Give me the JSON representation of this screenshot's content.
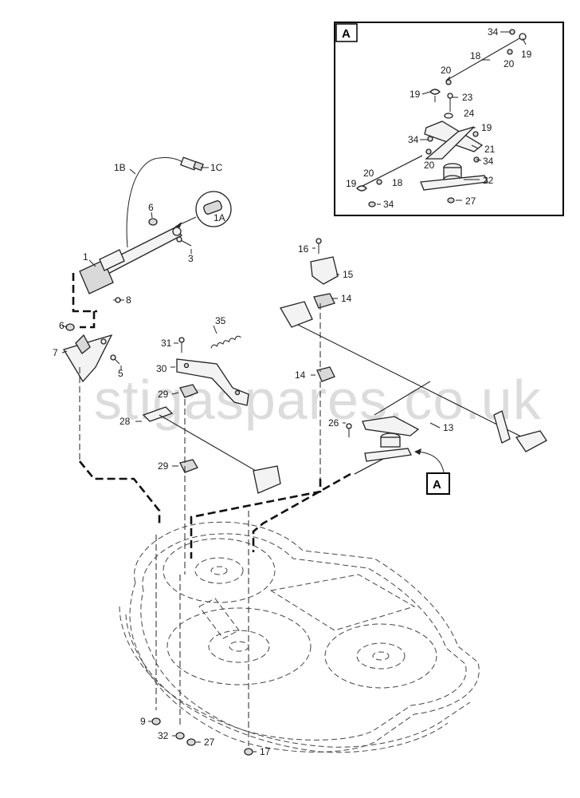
{
  "watermark": "stigaspares.co.uk",
  "detail_box": {
    "label": "A"
  },
  "callout_box": {
    "label": "A"
  },
  "labels": {
    "l1": "1",
    "l1a": "1A",
    "l1b": "1B",
    "l1c": "1C",
    "l3": "3",
    "l5": "5",
    "l6a": "6",
    "l6b": "6",
    "l7": "7",
    "l8": "8",
    "l9": "9",
    "l13": "13",
    "l14a": "14",
    "l14b": "14",
    "l15": "15",
    "l16": "16",
    "l17": "17",
    "l26": "26",
    "l27": "27",
    "l28": "28",
    "l29a": "29",
    "l29b": "29",
    "l30": "30",
    "l31": "31",
    "l32": "32",
    "l35": "35",
    "a18a": "18",
    "a18b": "18",
    "a19a": "19",
    "a19b": "19",
    "a19c": "19",
    "a19d": "19",
    "a20a": "20",
    "a20b": "20",
    "a20c": "20",
    "a20d": "20",
    "a21": "21",
    "a22": "22",
    "a23": "23",
    "a24": "24",
    "a27": "27",
    "a34a": "34",
    "a34b": "34",
    "a34c": "34",
    "a34d": "34"
  }
}
